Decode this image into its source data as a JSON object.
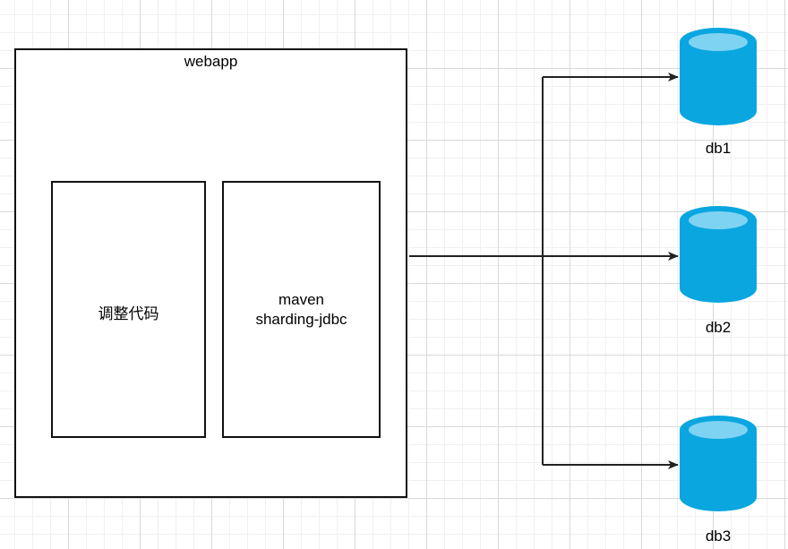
{
  "webapp": {
    "title": "webapp",
    "left_module": "调整代码",
    "right_module": {
      "line1": "maven",
      "line2": "sharding-jdbc"
    }
  },
  "databases": [
    {
      "label": "db1"
    },
    {
      "label": "db2"
    },
    {
      "label": "db3"
    }
  ],
  "colors": {
    "database_fill": "#0aa6df",
    "database_top": "#7fd3f2",
    "line": "#222222"
  }
}
